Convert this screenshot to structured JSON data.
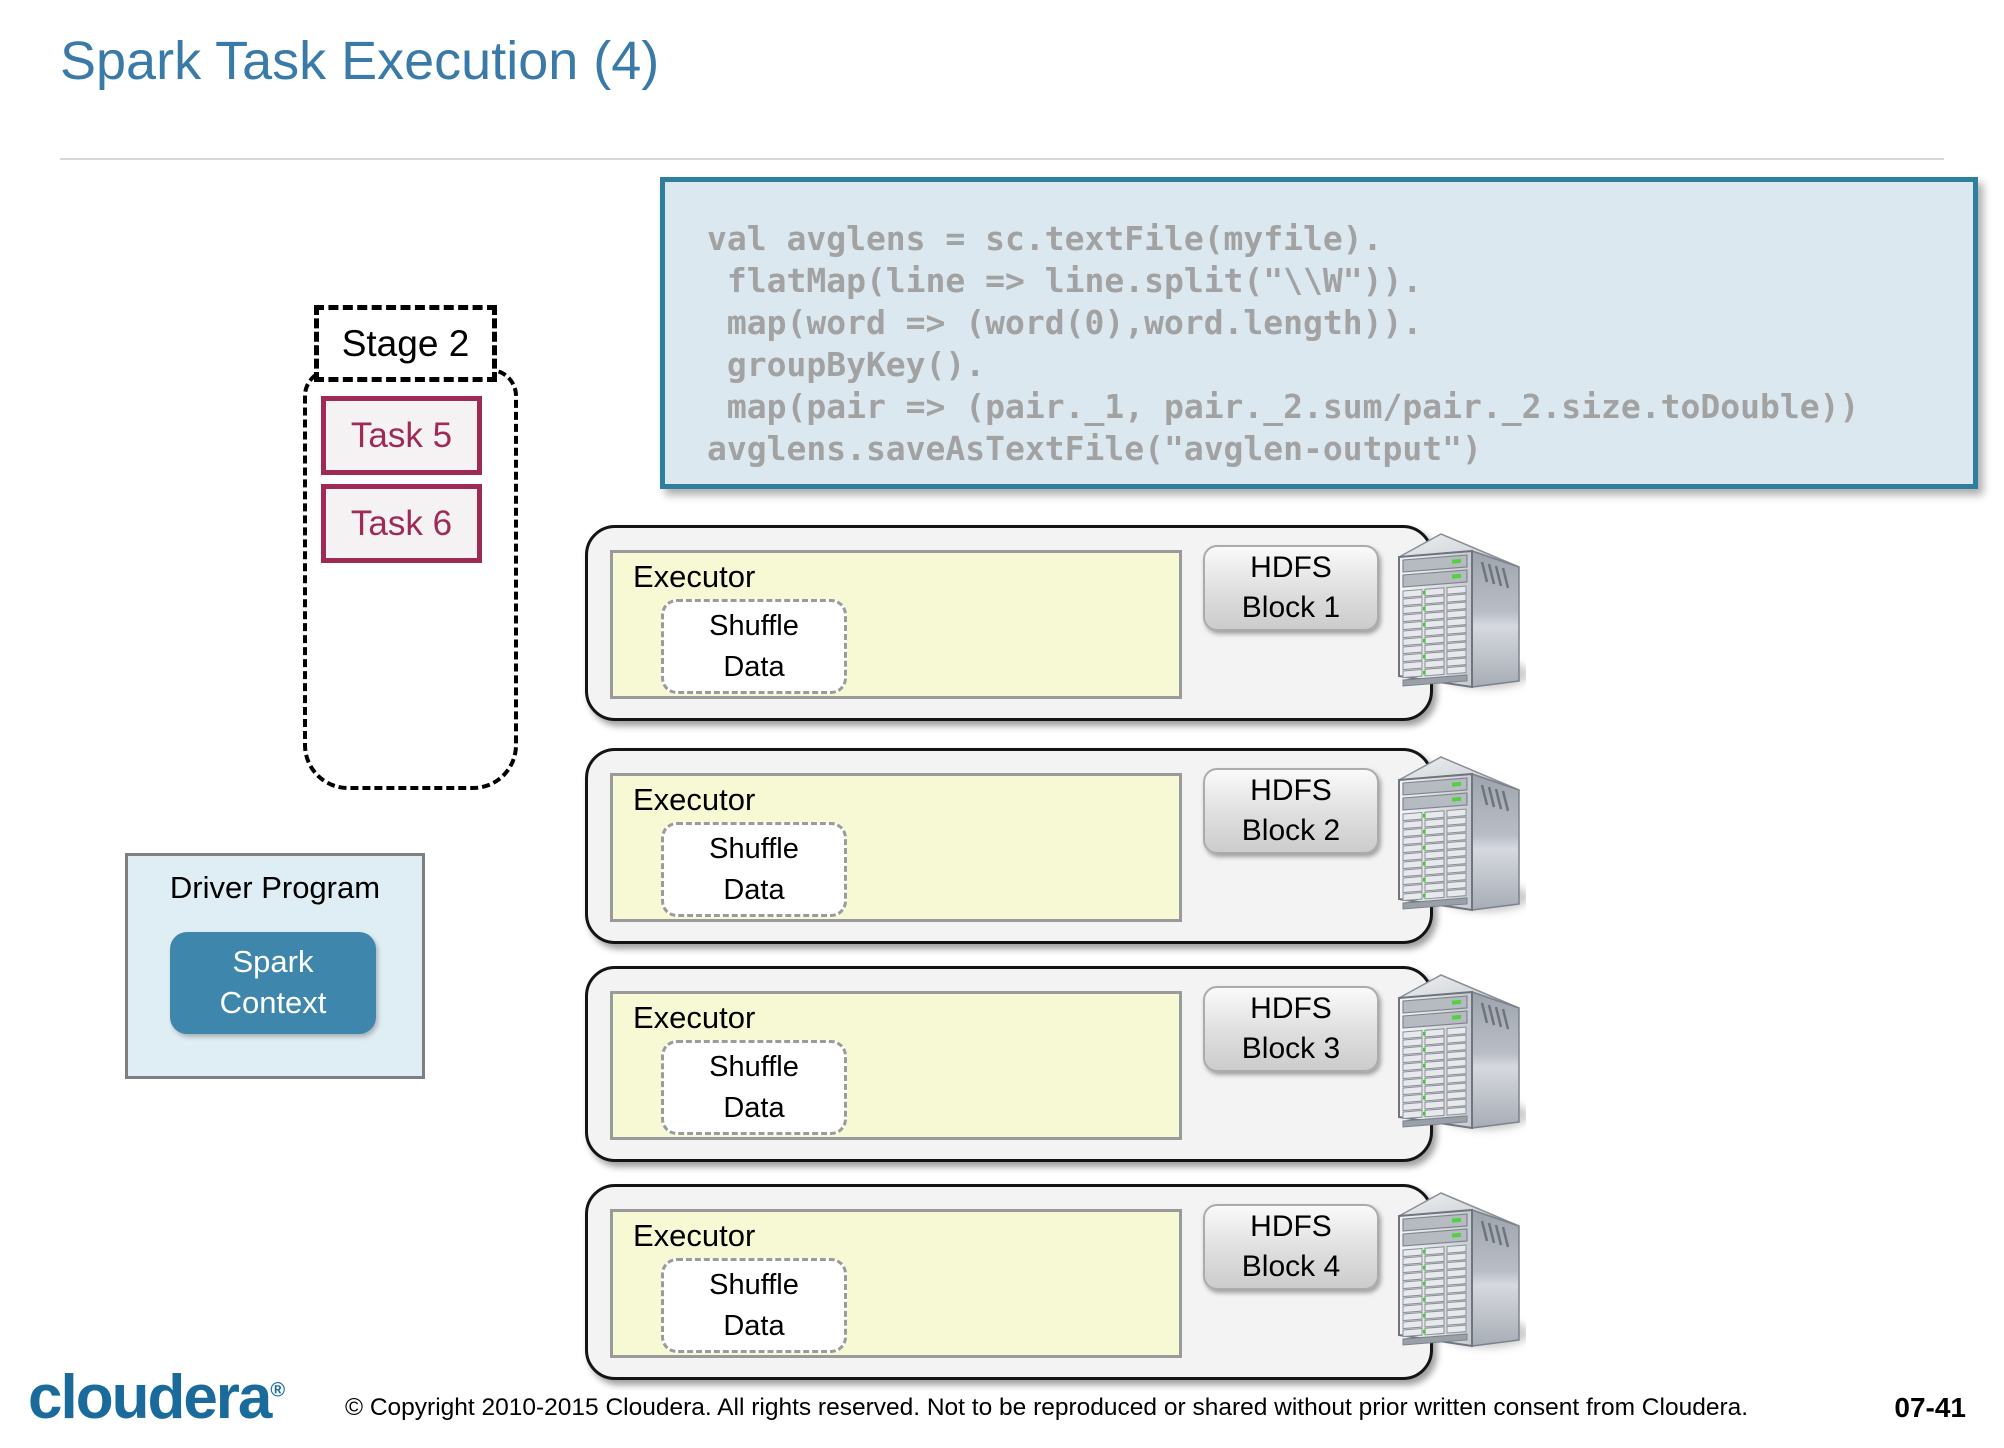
{
  "slide": {
    "title": "Spark Task Execution (4)",
    "page_number": "07-41",
    "copyright": "© Copyright 2010-2015 Cloudera. All rights reserved. Not to be reproduced or shared without prior written consent from Cloudera.",
    "logo_text": "cloudera",
    "logo_reg_mark": "®"
  },
  "code_box": {
    "lines": [
      "val avglens = sc.textFile(myfile).",
      " flatMap(line => line.split(\"\\\\W\")).",
      " map(word => (word(0),word.length)).",
      " groupByKey().",
      " map(pair => (pair._1, pair._2.sum/pair._2.size.toDouble))",
      "avglens.saveAsTextFile(\"avglen-output\")"
    ]
  },
  "stage": {
    "label": "Stage 2",
    "tasks": [
      {
        "label": "Task 5"
      },
      {
        "label": "Task 6"
      }
    ]
  },
  "driver": {
    "title": "Driver Program",
    "context_line1": "Spark",
    "context_line2": "Context"
  },
  "executors": {
    "rows": [
      {
        "executor_label": "Executor",
        "shuffle_line1": "Shuffle",
        "shuffle_line2": "Data",
        "hdfs_line1": "HDFS",
        "hdfs_line2": "Block 1",
        "server_icon": "server-tower-icon"
      },
      {
        "executor_label": "Executor",
        "shuffle_line1": "Shuffle",
        "shuffle_line2": "Data",
        "hdfs_line1": "HDFS",
        "hdfs_line2": "Block 2",
        "server_icon": "server-tower-icon"
      },
      {
        "executor_label": "Executor",
        "shuffle_line1": "Shuffle",
        "shuffle_line2": "Data",
        "hdfs_line1": "HDFS",
        "hdfs_line2": "Block 3",
        "server_icon": "server-tower-icon"
      },
      {
        "executor_label": "Executor",
        "shuffle_line1": "Shuffle",
        "shuffle_line2": "Data",
        "hdfs_line1": "HDFS",
        "hdfs_line2": "Block 4",
        "server_icon": "server-tower-icon"
      }
    ]
  },
  "colors": {
    "title_blue": "#3a7aa8",
    "code_border_teal": "#2e7e9e",
    "code_background": "#dbe8ef",
    "code_text_gray": "#a2a2a2",
    "task_maroon": "#9e2a55",
    "driver_background": "#dfeef5",
    "spark_context_blue": "#3e86ac",
    "executor_yellow": "#f6f9d4",
    "row_background": "#f3f3f3",
    "logo_blue": "#1a6b9c",
    "led_green": "#4fd23a"
  }
}
